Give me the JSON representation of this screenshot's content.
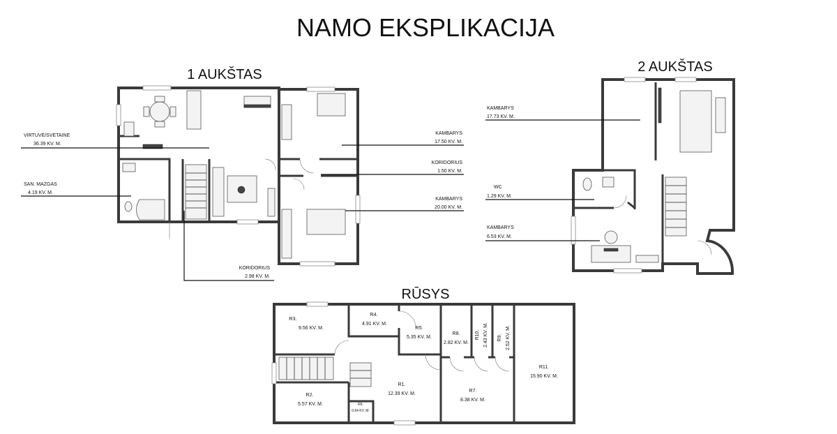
{
  "title": "NAMO EKSPLIKACIJA",
  "floor1": {
    "heading": "1 AUKŠTAS",
    "rooms": [
      {
        "name": "VIRTUVĖ/SVETAINĖ",
        "area": "36.39 KV. M."
      },
      {
        "name": "SAN. MAZGAS",
        "area": "4.19 KV. M."
      },
      {
        "name": "KAMBARYS",
        "area": "17.50 KV. M."
      },
      {
        "name": "KORIDORIUS",
        "area": "1.50 KV. M."
      },
      {
        "name": "KAMBARYS",
        "area": "20.00 KV. M."
      },
      {
        "name": "KORIDORIUS",
        "area": "2.98 KV. M."
      }
    ]
  },
  "floor2": {
    "heading": "2 AUKŠTAS",
    "rooms": [
      {
        "name": "KAMBARYS",
        "area": "17.73 KV. M."
      },
      {
        "name": "WC",
        "area": "1.29 KV. M."
      },
      {
        "name": "KAMBARYS",
        "area": "6.53 KV. M."
      }
    ]
  },
  "basement": {
    "heading": "RŪSYS",
    "rooms": [
      {
        "name": "R3.",
        "area": "9.56 KV. M."
      },
      {
        "name": "R4.",
        "area": "4.91 KV. M."
      },
      {
        "name": "R5.",
        "area": "5.35 KV. M."
      },
      {
        "name": "R8.",
        "area": "2.82 KV. M."
      },
      {
        "name": "R10.",
        "area": "2.43 KV. M."
      },
      {
        "name": "R9.",
        "area": "2.52 KV. M."
      },
      {
        "name": "R11.",
        "area": "15.90 KV. M."
      },
      {
        "name": "R2.",
        "area": "5.57 KV. M."
      },
      {
        "name": "R6.",
        "area": "0.64 KV. M."
      },
      {
        "name": "R1.",
        "area": "12.39 KV. M."
      },
      {
        "name": "R7.",
        "area": "8.38 KV. M."
      }
    ]
  }
}
